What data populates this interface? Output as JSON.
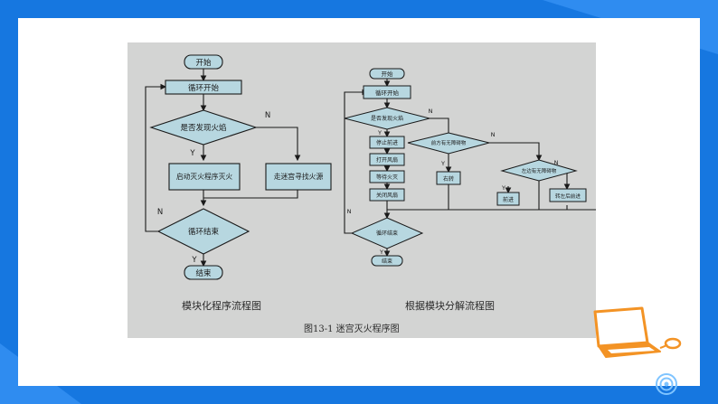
{
  "left_flowchart": {
    "start": "开始",
    "loop_start": "循环开始",
    "decision": "是否发现火焰",
    "yes": "Y",
    "no": "N",
    "action_extinguish": "启动灭火程序灭火",
    "action_search": "走迷宫寻找火源",
    "loop_end": "循环结束",
    "loop_no": "N",
    "loop_yes": "Y",
    "end": "结束",
    "caption": "模块化程序流程图"
  },
  "right_flowchart": {
    "start": "开始",
    "loop_start": "循环开始",
    "decision_fire": "是否发现火焰",
    "fire_no": "N",
    "fire_yes": "Y",
    "step_stop": "停止前进",
    "step_fan_on": "打开风扇",
    "step_wait": "等待火灭",
    "step_fan_off": "关闭风扇",
    "decision_front": "前方有无障碍物",
    "front_yes": "Y",
    "front_no": "N",
    "turn_right": "右转",
    "decision_left": "左边有无障碍物",
    "left_yes": "Y",
    "left_no": "N",
    "forward": "前进",
    "turn_left_forward": "转左后前进",
    "loop_end": "循环结束",
    "loop_no": "N",
    "loop_yes": "Y",
    "end": "结束",
    "caption": "根据模块分解流程图"
  },
  "figure_caption": "图13-1    迷宫灭火程序图",
  "colors": {
    "border_blue": "#1677e0",
    "box_fill": "#b7d7e0",
    "photo_bg": "#d3d4d3",
    "laptop_orange": "#f39325"
  }
}
